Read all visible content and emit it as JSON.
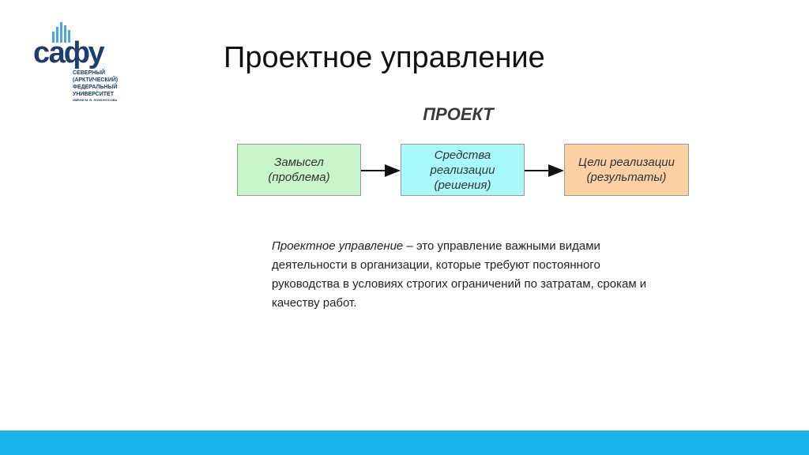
{
  "logo": {
    "word": "сафу",
    "lines": [
      "Северный",
      "(Арктический)",
      "федеральный",
      "университет"
    ],
    "small_line": "имени М. В. Ломоносова"
  },
  "title": "Проектное управление",
  "diagram": {
    "heading": "ПРОЕКТ",
    "boxes": [
      {
        "label": "Замысел\n(проблема)",
        "color": "#c9f5cb"
      },
      {
        "label": "Средства\nреализации\n(решения)",
        "color": "#a8fafa"
      },
      {
        "label": "Цели реализации\n(результаты)",
        "color": "#fbd1a3"
      }
    ]
  },
  "definition": {
    "term": "Проектное управление",
    "text": " – это управление важными видами деятельности в организации, которые требуют постоянного руководства в условиях строгих ограничений по затратам, срокам и качеству работ."
  },
  "colors": {
    "accent_band": "#18b3e8",
    "logo_blue": "#1d3d6e"
  }
}
